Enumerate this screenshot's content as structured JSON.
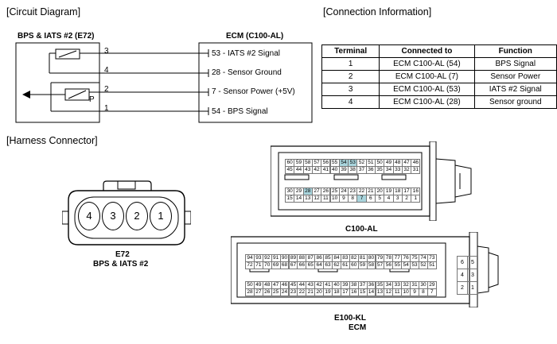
{
  "circuit": {
    "title": "[Circuit Diagram]",
    "sensor_label": "BPS & IATS #2 (E72)",
    "ecm_label": "ECM (C100-AL)",
    "pin_numbers": [
      "3",
      "4",
      "2",
      "1"
    ],
    "sensor_p_label": "P",
    "signals": [
      "53 - IATS #2 Signal",
      "28 - Sensor Ground",
      "7 - Sensor Power (+5V)",
      "54 - BPS Signal"
    ]
  },
  "connection": {
    "title": "[Connection Information]",
    "headers": [
      "Terminal",
      "Connected to",
      "Function"
    ],
    "rows": [
      [
        "1",
        "ECM C100-AL (54)",
        "BPS Signal"
      ],
      [
        "2",
        "ECM C100-AL (7)",
        "Sensor Power"
      ],
      [
        "3",
        "ECM C100-AL (53)",
        "IATS #2 Signal"
      ],
      [
        "4",
        "ECM C100-AL (28)",
        "Sensor ground"
      ]
    ]
  },
  "harness": {
    "title": "[Harness Connector]",
    "e72": {
      "pins": [
        "4",
        "3",
        "2",
        "1"
      ],
      "label": "E72",
      "sublabel": "BPS & IATS #2"
    },
    "c100": {
      "label": "C100-AL",
      "rows": [
        [
          "60",
          "59",
          "58",
          "57",
          "56",
          "55",
          "54",
          "53",
          "52",
          "51",
          "50",
          "49",
          "48",
          "47",
          "46"
        ],
        [
          "45",
          "44",
          "43",
          "42",
          "41",
          "40",
          "39",
          "38",
          "37",
          "36",
          "35",
          "34",
          "33",
          "32",
          "31"
        ],
        [
          "30",
          "29",
          "28",
          "27",
          "26",
          "25",
          "24",
          "23",
          "22",
          "21",
          "20",
          "19",
          "18",
          "17",
          "16"
        ],
        [
          "15",
          "14",
          "13",
          "12",
          "11",
          "10",
          "9",
          "8",
          "7",
          "6",
          "5",
          "4",
          "3",
          "2",
          "1"
        ]
      ],
      "highlighted": [
        "54",
        "53",
        "28",
        "7"
      ],
      "highlight_color": "#a8d4dc"
    },
    "e100": {
      "label": "E100-KL",
      "sublabel": "ECM",
      "rows": [
        [
          "94",
          "93",
          "92",
          "91",
          "90",
          "89",
          "88",
          "87",
          "86",
          "85",
          "84",
          "83",
          "82",
          "81",
          "80",
          "79",
          "78",
          "77",
          "76",
          "75",
          "74",
          "73"
        ],
        [
          "72",
          "71",
          "70",
          "69",
          "68",
          "67",
          "66",
          "65",
          "64",
          "63",
          "62",
          "61",
          "60",
          "59",
          "58",
          "57",
          "56",
          "55",
          "54",
          "53",
          "52",
          "51"
        ],
        [
          "50",
          "49",
          "48",
          "47",
          "46",
          "45",
          "44",
          "43",
          "42",
          "41",
          "40",
          "39",
          "38",
          "37",
          "36",
          "35",
          "34",
          "33",
          "32",
          "31",
          "30",
          "29"
        ],
        [
          "28",
          "27",
          "26",
          "25",
          "24",
          "23",
          "22",
          "21",
          "20",
          "19",
          "18",
          "17",
          "16",
          "15",
          "14",
          "13",
          "12",
          "11",
          "10",
          "9",
          "8",
          "7"
        ]
      ],
      "side_pins": [
        [
          "6",
          "5"
        ],
        [
          "4",
          "3"
        ],
        [
          "2",
          "1"
        ]
      ]
    }
  }
}
